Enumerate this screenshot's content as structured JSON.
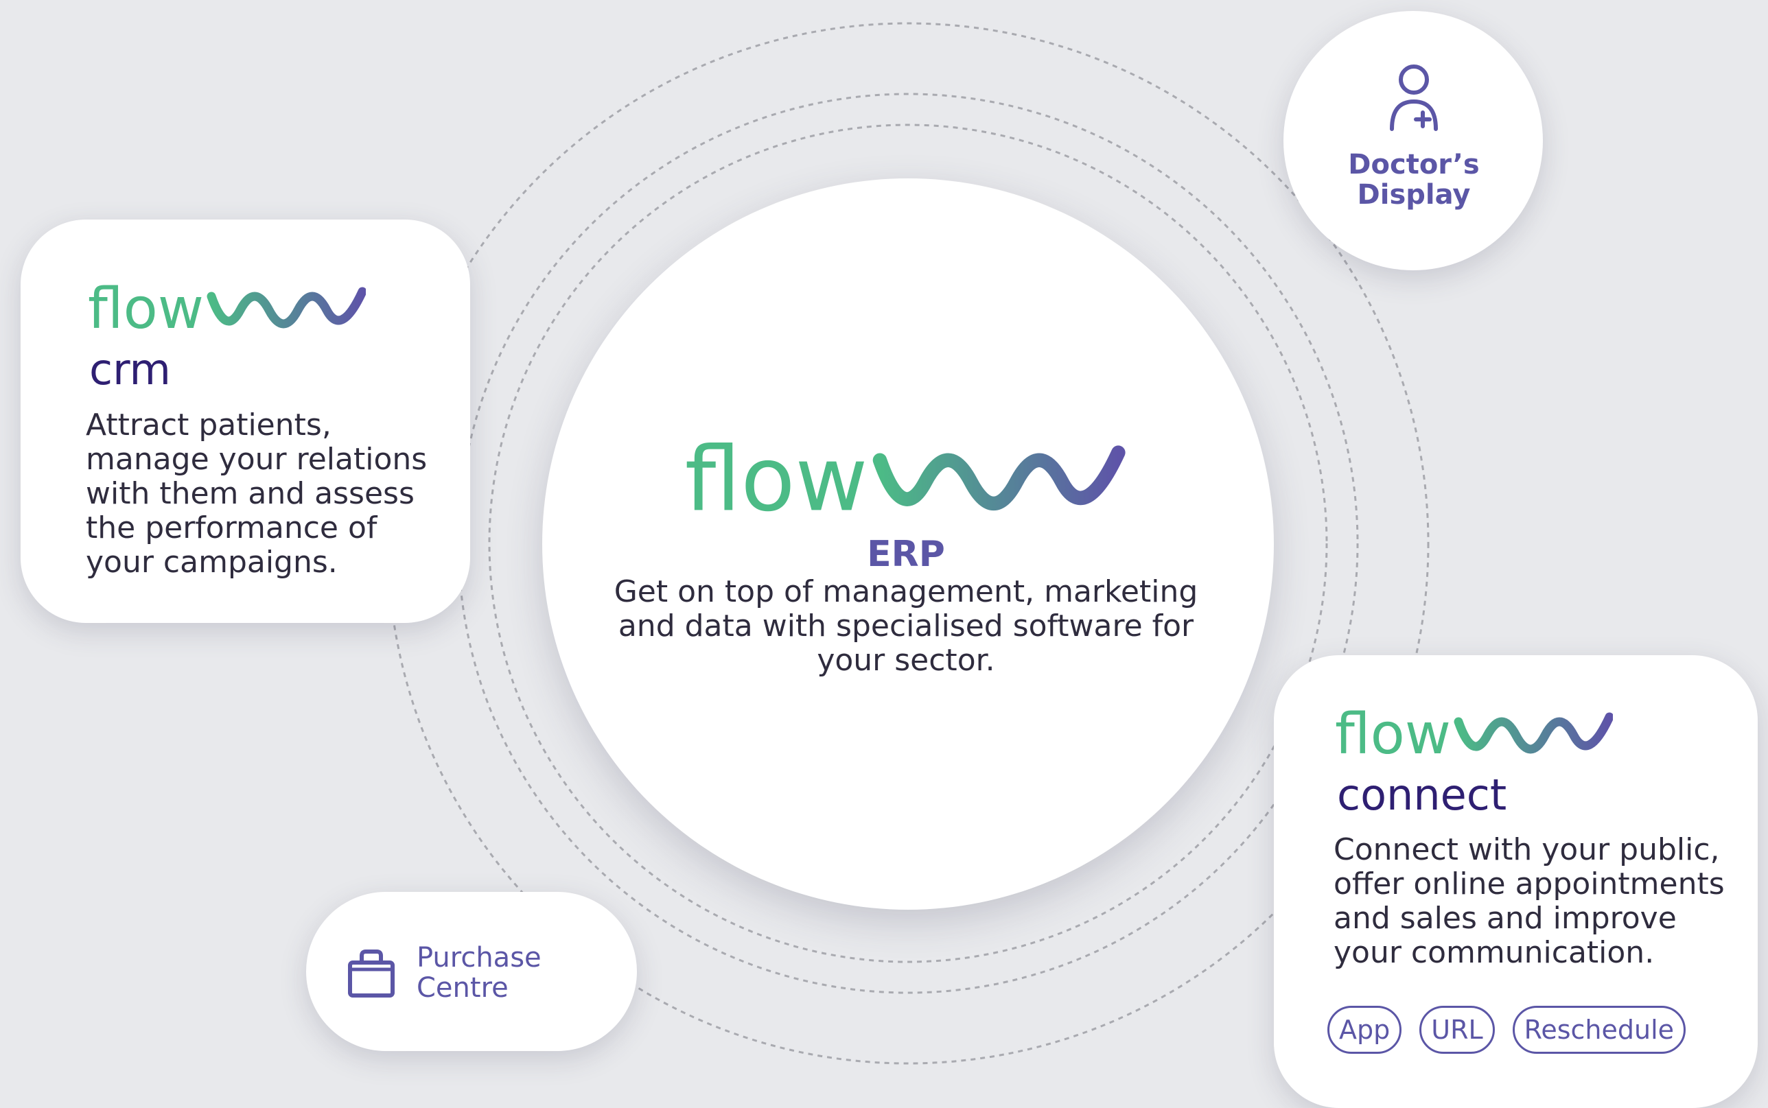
{
  "colors": {
    "background": "#e8e9ec",
    "card": "#ffffff",
    "accent_purple": "#5b56a6",
    "dark_purple": "#2e1f72",
    "green": "#4cbb86",
    "text": "#2f2c3e",
    "ring": "#a9aab0"
  },
  "center": {
    "logo_text": "flow",
    "title": "ERP",
    "description": "Get on top of management, marketing and data with specialised software for your sector."
  },
  "crm": {
    "logo_text": "flow",
    "subtitle": "crm",
    "description": "Attract patients, manage your relations with them and assess the performance of your campaigns."
  },
  "doctor": {
    "icon": "doctor-person-plus-icon",
    "label": "Doctor’s Display"
  },
  "purchase": {
    "icon": "shopping-bag-icon",
    "label": "Purchase Centre"
  },
  "connect": {
    "logo_text": "flow",
    "subtitle": "connect",
    "description": "Connect with your public, offer online appointments and sales and improve your communication.",
    "tags": [
      "App",
      "URL",
      "Reschedule"
    ]
  }
}
